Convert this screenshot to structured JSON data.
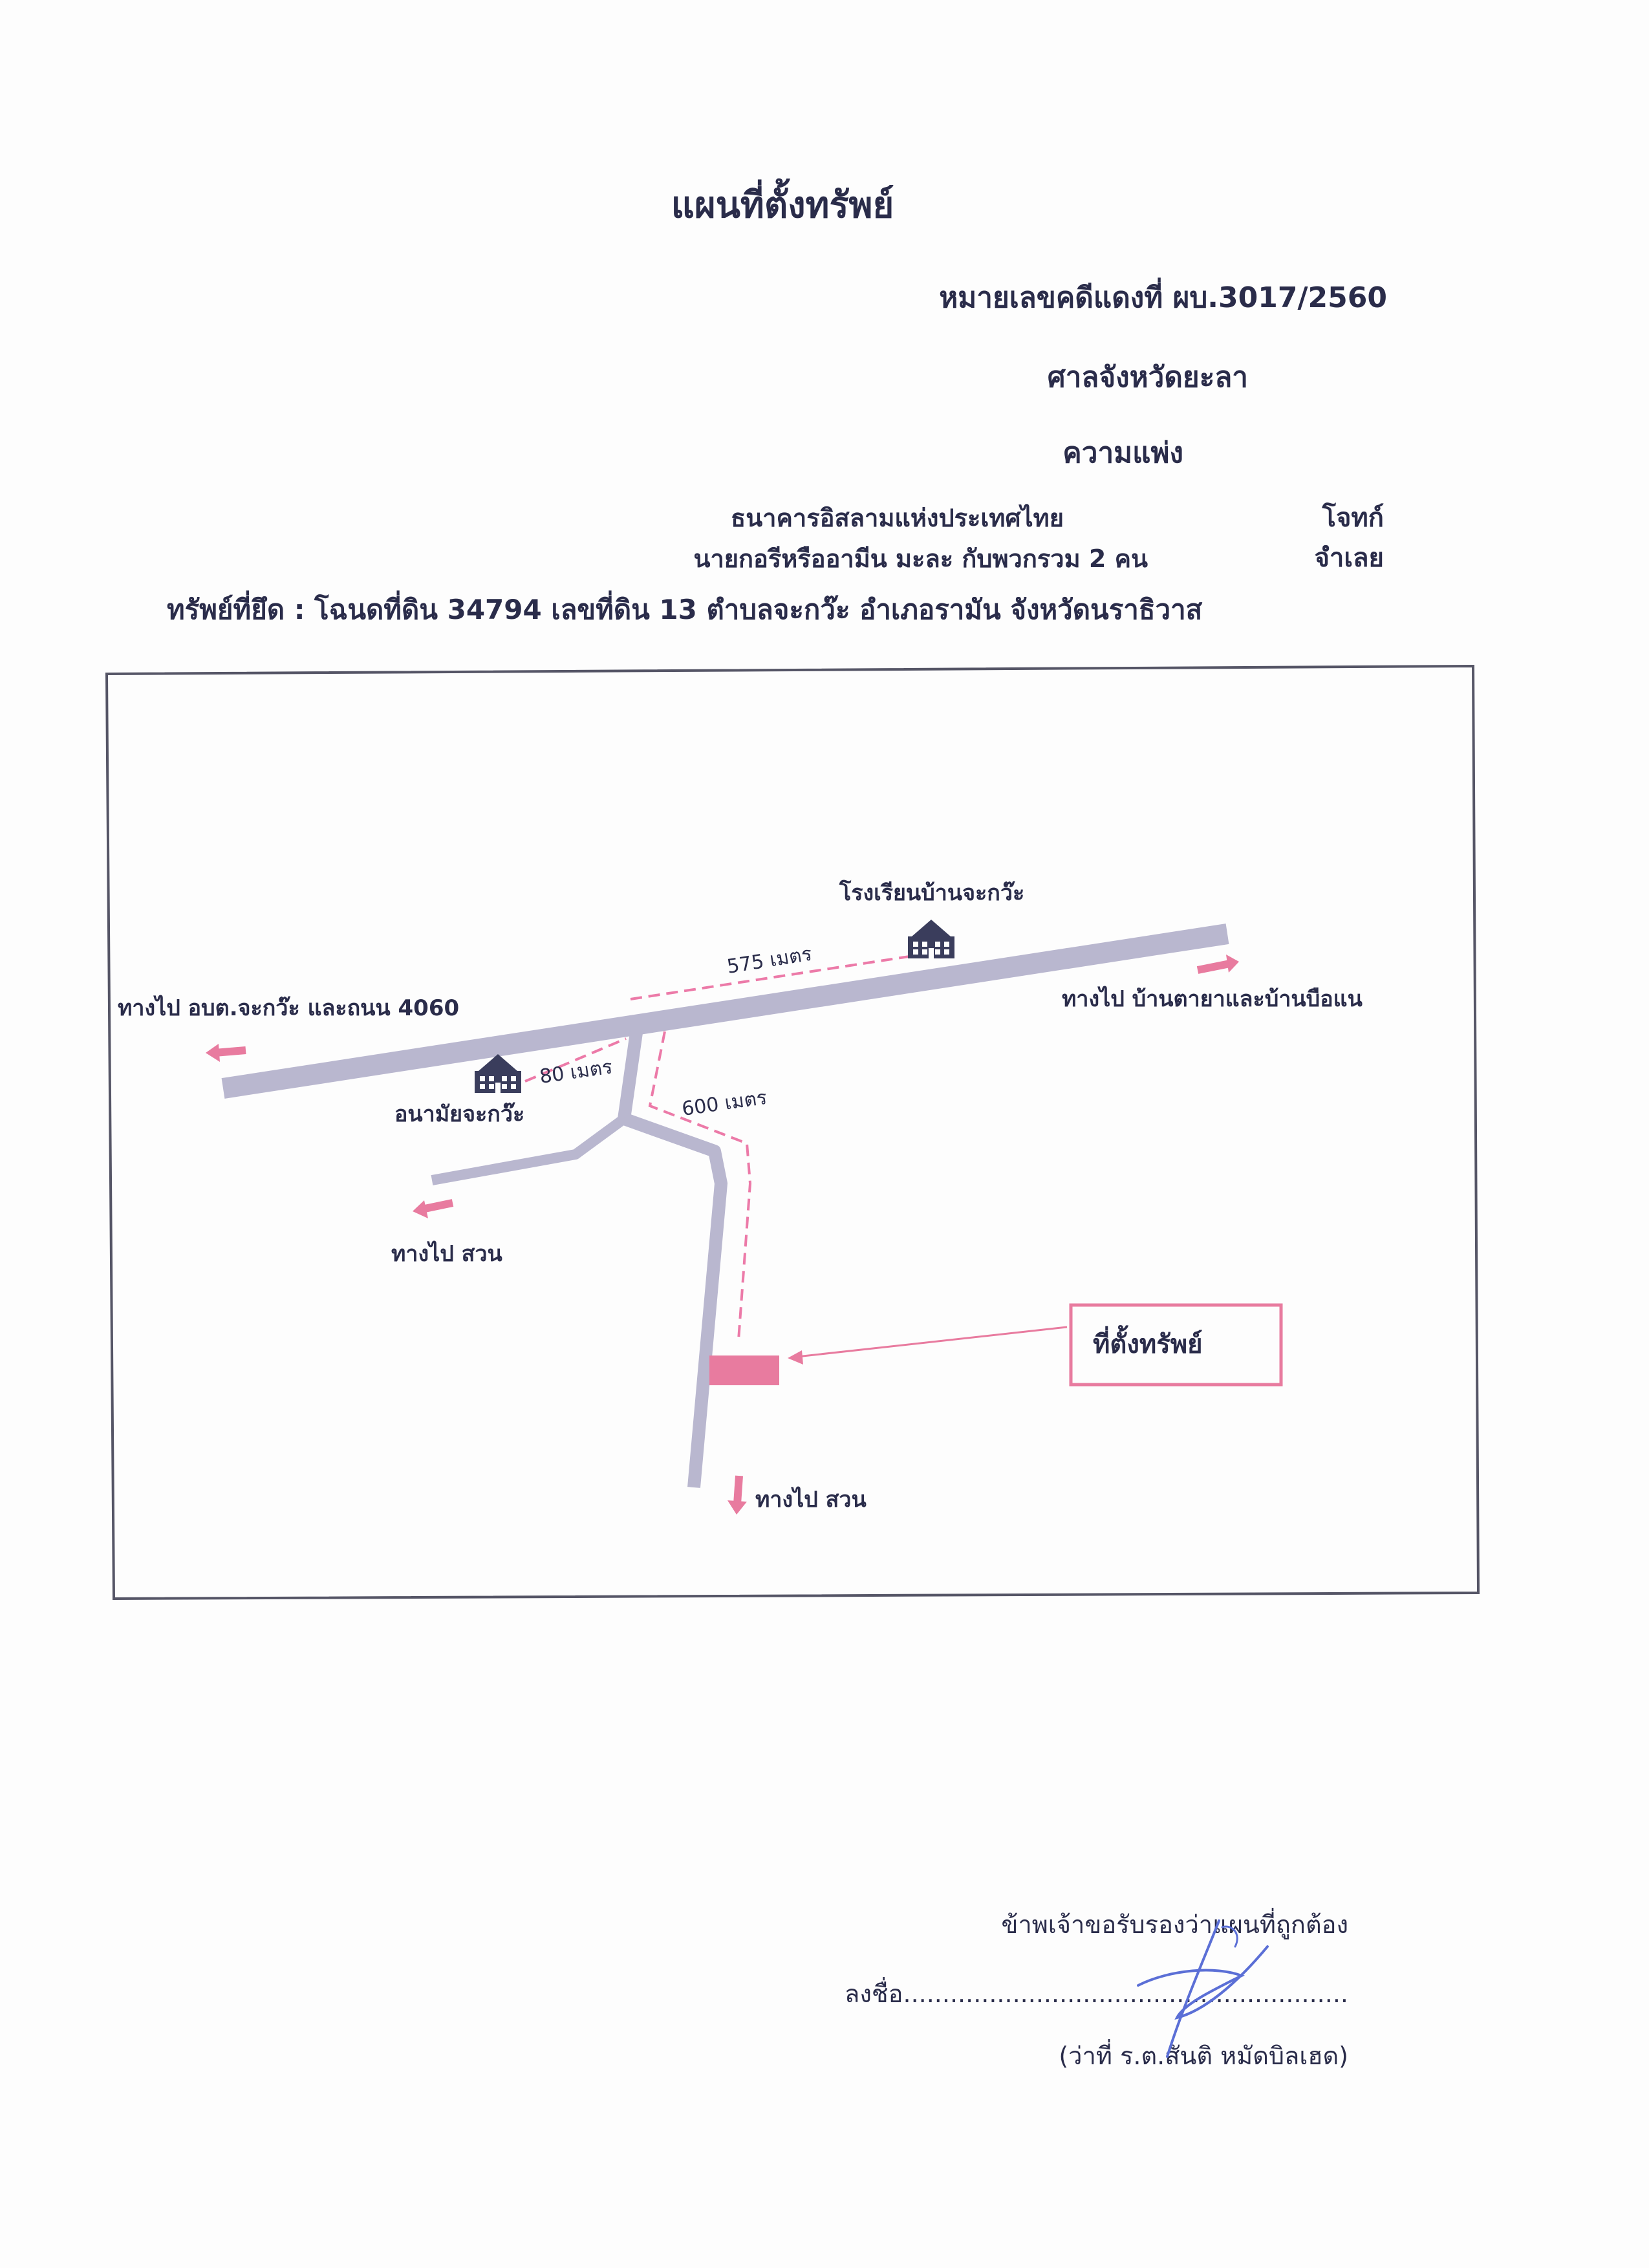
{
  "header": {
    "title": "แผนที่ตั้งทรัพย์",
    "case_number": "หมายเลขคดีแดงที่ ผบ.3017/2560",
    "court": "ศาลจังหวัดยะลา",
    "case_type": "ความแพ่ง",
    "plaintiff": "ธนาคารอิสลามแห่งประเทศไทย",
    "plaintiff_role": "โจทก์",
    "defendant": "นายกอรีหรืออามีน มะละ   กับพวกรวม 2 คน",
    "defendant_role": "จำเลย",
    "property": "ทรัพย์ที่ยึด : โฉนดที่ดิน 34794  เลขที่ดิน 13 ตำบลจะกว๊ะ อำเภอรามัน จังหวัดนราธิวาส"
  },
  "map": {
    "labels": {
      "school": "โรงเรียนบ้านจะกว๊ะ",
      "health_center": "อนามัยจะกว๊ะ",
      "to_west": "ทางไป อบต.จะกว๊ะ และถนน 4060",
      "to_east": "ทางไป บ้านตายาและบ้านบือแน",
      "to_garden_left": "ทางไป สวน",
      "to_garden_bottom": "ทางไป สวน",
      "property_location": "ที่ตั้งทรัพย์",
      "dist_575": "575 เมตร",
      "dist_80": "80 เมตร",
      "dist_600": "600 เมตร"
    },
    "colors": {
      "road": "#b9b7cf",
      "route": "#ec7aa8",
      "property": "#e87b9f",
      "frame": "#555566",
      "building": "#3a3d5c"
    },
    "icons": [
      "school-building-icon",
      "health-center-building-icon",
      "arrow-left-icon",
      "arrow-right-icon",
      "arrow-down-icon"
    ]
  },
  "footer": {
    "certification": "ข้าพเจ้าขอรับรองว่าแผนที่ถูกต้อง",
    "signature_line": "ลงชื่อ.........................................................",
    "signer": "(ว่าที่ ร.ต.สันติ หมัดบิลเฮด)"
  }
}
